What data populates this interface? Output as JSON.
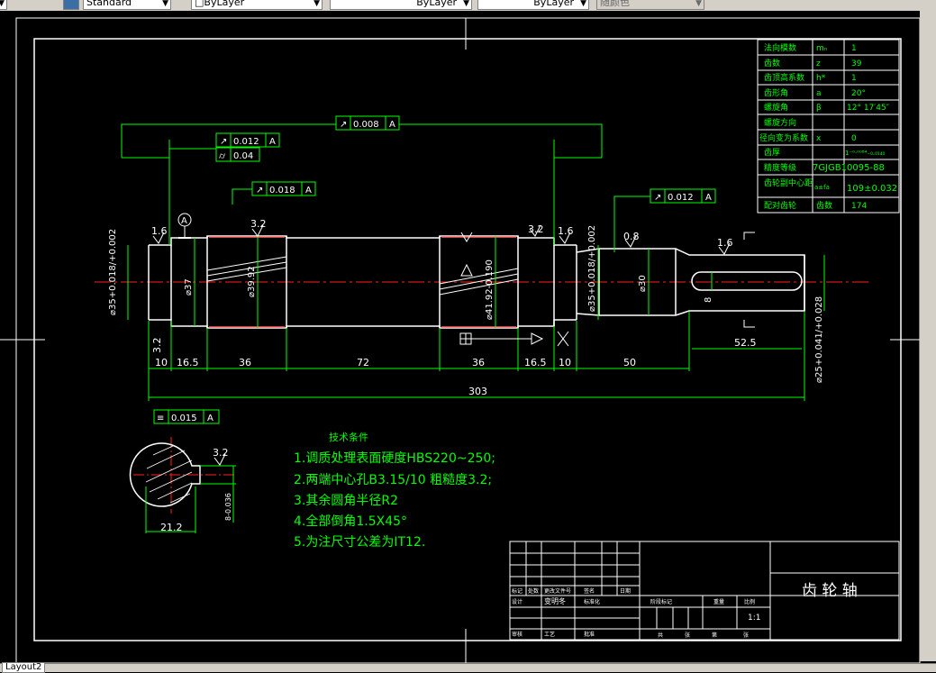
{
  "toolbar": {
    "text_style": "Standard",
    "layer_value": "ByLayer",
    "linetype_value": "ByLayer",
    "lineweight_value": "ByLayer",
    "plotstyle_value": "随颜色"
  },
  "status": {
    "layout_tab": "Layout2"
  },
  "colors": {
    "background": "#000000",
    "frame": "#ffffff",
    "dims": "#00ff00",
    "text": "#ffffff",
    "axis": "#ff0000",
    "accent": "#ff6060"
  },
  "param_table": {
    "rows": [
      {
        "name": "法向模数",
        "sym": "mₙ",
        "val": "1"
      },
      {
        "name": "齿数",
        "sym": "z",
        "val": "39"
      },
      {
        "name": "齿顶高系数",
        "sym": "h*",
        "val": "1"
      },
      {
        "name": "齿形角",
        "sym": "a",
        "val": "20°"
      },
      {
        "name": "螺旋角",
        "sym": "β",
        "val": "12° 17′45″"
      },
      {
        "name": "螺旋方向",
        "sym": "",
        "val": ""
      },
      {
        "name": "径向变为系数",
        "sym": "x",
        "val": "0"
      },
      {
        "name": "齿厚",
        "sym": "",
        "val": "1⁻⁰·⁰⁰⁸⁴₋₀.₀₁₄₀"
      },
      {
        "name": "精度等级",
        "sym": "",
        "val": "7GJGB10095-88"
      },
      {
        "name": "齿轮副中心距",
        "sym": "a±fa",
        "val": "109±0.032"
      },
      {
        "name": "配对齿轮",
        "sym": "齿数",
        "val": "174"
      }
    ]
  },
  "tolerances": {
    "top_runout": "0.008",
    "top_datum": "A",
    "runout_left": "0.012",
    "cyl_left": "0.04",
    "runout_gear1": "0.018",
    "runout_right": "0.012",
    "sym_key": "0.015",
    "datum_A": "A"
  },
  "dims": {
    "d_left": "⌀35+0.018/+0.002",
    "d_37": "⌀37",
    "d_gear": "⌀39.92",
    "d_gear2": "⌀41.92-0.190",
    "d_right": "⌀35+0.018/+0.002",
    "d_30": "⌀30",
    "d_shaft": "⌀25+0.041/+0.028",
    "key_w": "8",
    "key_len": "52.5",
    "seg": [
      "10",
      "16.5",
      "36",
      "72",
      "36",
      "16.5",
      "10",
      "50"
    ],
    "total": "303",
    "section_w": "21.2",
    "section_depth": "8-0.036"
  },
  "roughness": {
    "r1": "1.6",
    "r2": "3.2",
    "r3": "3.2",
    "r4": "1.6",
    "r5": "0.8",
    "r6": "1.6",
    "r7": "3.2",
    "r8": "3.2"
  },
  "notes": {
    "title": "技术条件",
    "items": [
      "1.调质处理表面硬度HBS220~250;",
      "2.两端中心孔B3.15/10 粗糙度3.2;",
      "3.其余圆角半径R2",
      "4.全部倒角1.5X45°",
      "5.为注尺寸公差为IT12."
    ]
  },
  "title_block": {
    "part_name": "齿 轮 轴",
    "scale": "1:1",
    "labels": [
      "标记",
      "处数",
      "更改文件号",
      "签名",
      "日期",
      "设计",
      "标准化",
      "阶段标记",
      "重量",
      "比例",
      "审核",
      "工艺",
      "批准",
      "共",
      "张",
      "第",
      "张"
    ],
    "batch": "变明冬"
  }
}
